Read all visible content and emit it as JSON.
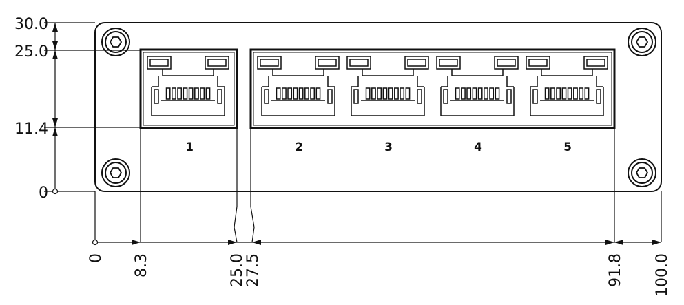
{
  "colors": {
    "line": "#111111",
    "background": "#ffffff"
  },
  "vertical_dimensions": [
    {
      "label": "30.0",
      "value": 30.0
    },
    {
      "label": "25.0",
      "value": 25.0
    },
    {
      "label": "11.4",
      "value": 11.4
    },
    {
      "label": "0",
      "value": 0
    }
  ],
  "horizontal_dimensions": [
    {
      "label": "0",
      "value": 0
    },
    {
      "label": "8.3",
      "value": 8.3
    },
    {
      "label": "25.0",
      "value": 25.0
    },
    {
      "label": "27.5",
      "value": 27.5
    },
    {
      "label": "91.8",
      "value": 91.8
    },
    {
      "label": "100.0",
      "value": 100.0
    }
  ],
  "ports": [
    {
      "label": "1"
    },
    {
      "label": "2"
    },
    {
      "label": "3"
    },
    {
      "label": "4"
    },
    {
      "label": "5"
    }
  ],
  "icons": {
    "mounting_screw": "hex-socket-screw-icon",
    "ethernet_port": "rj45-port-icon"
  }
}
